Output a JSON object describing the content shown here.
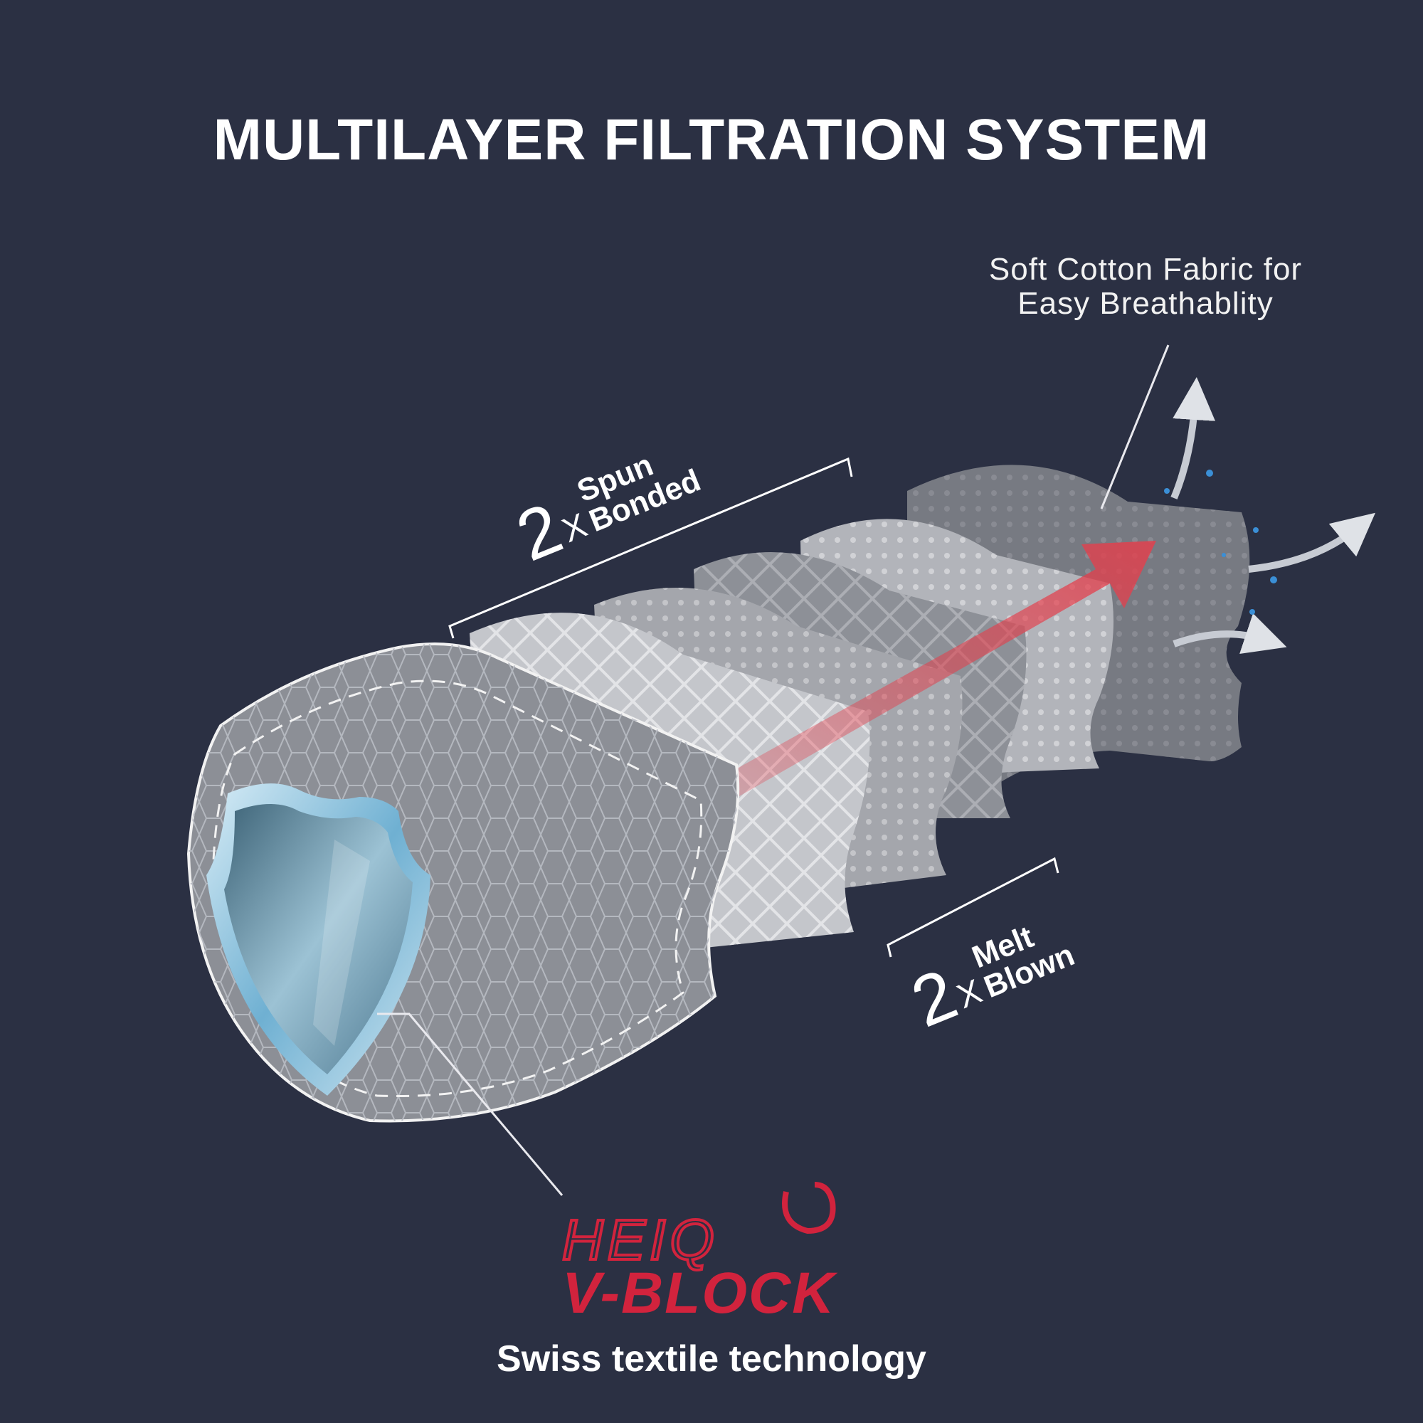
{
  "title": "MULTILAYER FILTRATION SYSTEM",
  "callout": {
    "line1": "Soft Cotton Fabric for",
    "line2": "Easy Breathablity"
  },
  "spun_bonded": {
    "count": "2",
    "times": "X",
    "line1": "Spun",
    "line2": "Bonded"
  },
  "melt_blown": {
    "count": "2",
    "times": "X",
    "line1": "Melt",
    "line2": "Blown"
  },
  "brand": {
    "name": "HEIQ",
    "product": "V-BLOCK",
    "tagline": "Swiss textile technology"
  },
  "colors": {
    "background": "#2b3043",
    "brand_red": "#d2233d",
    "arrow_red": "#e3404d",
    "shield": "#6f9fb8"
  },
  "icons": [
    "shield-icon",
    "airflow-arrow-icon",
    "exhaust-arrow-icon"
  ]
}
